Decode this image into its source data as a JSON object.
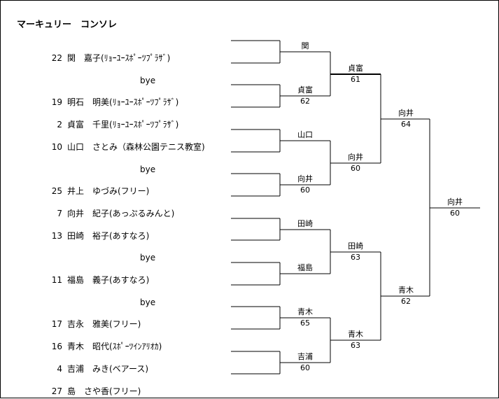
{
  "title": "マーキュリー　コンソレ",
  "players": [
    {
      "seed": "22",
      "name": "関　嘉子(ﾘｮｰﾕｰｽﾎﾟｰﾂﾌﾟﾗｻﾞ)"
    },
    {
      "bye": "bye"
    },
    {
      "seed": "19",
      "name": "明石　明美(ﾘｮｰﾕｰｽﾎﾟｰﾂﾌﾟﾗｻﾞ)"
    },
    {
      "seed": "2",
      "name": "貞富　千里(ﾘｮｰﾕｰｽﾎﾟｰﾂﾌﾟﾗｻﾞ)"
    },
    {
      "seed": "10",
      "name": "山口　さとみ（森林公園テニス教室)"
    },
    {
      "bye": "bye"
    },
    {
      "seed": "25",
      "name": "井上　ゆづみ(フリー)"
    },
    {
      "seed": "7",
      "name": "向井　紀子(あっぷるみんと)"
    },
    {
      "seed": "13",
      "name": "田崎　裕子(あすなろ)"
    },
    {
      "bye": "bye"
    },
    {
      "seed": "11",
      "name": "福島　義子(あすなろ)"
    },
    {
      "bye": "bye"
    },
    {
      "seed": "17",
      "name": "吉永　雅美(フリー)"
    },
    {
      "seed": "16",
      "name": "青木　昭代(ｽﾎﾟｰﾂｲﾝｱﾘｵｶ)"
    },
    {
      "seed": "4",
      "name": "吉浦　みき(ベアース)"
    },
    {
      "seed": "27",
      "name": "島　さや香(フリー)"
    }
  ],
  "round1": [
    {
      "winner": "関",
      "score": ""
    },
    {
      "winner": "貞富",
      "score": "62"
    },
    {
      "winner": "山口",
      "score": ""
    },
    {
      "winner": "向井",
      "score": "60"
    },
    {
      "winner": "田崎",
      "score": ""
    },
    {
      "winner": "福島",
      "score": ""
    },
    {
      "winner": "青木",
      "score": "65"
    },
    {
      "winner": "吉浦",
      "score": "60"
    }
  ],
  "round2": [
    {
      "winner": "貞富",
      "score": "61"
    },
    {
      "winner": "向井",
      "score": "60"
    },
    {
      "winner": "田崎",
      "score": "63"
    },
    {
      "winner": "青木",
      "score": "63"
    }
  ],
  "round3": [
    {
      "winner": "向井",
      "score": "64"
    },
    {
      "winner": "青木",
      "score": "62"
    }
  ],
  "final": {
    "winner": "向井",
    "score": "60"
  }
}
